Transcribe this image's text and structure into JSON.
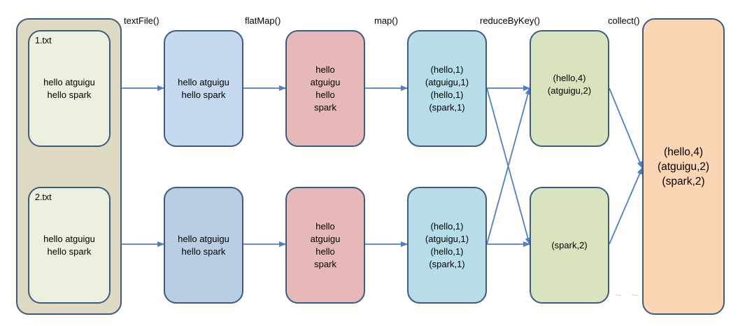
{
  "operations": [
    "textFile()",
    "flatMap()",
    "map()",
    "reduceByKey()",
    "collect()"
  ],
  "files": [
    {
      "name": "1.txt",
      "content": "hello atguigu\nhello spark"
    },
    {
      "name": "2.txt",
      "content": "hello atguigu\nhello spark"
    }
  ],
  "textfile_rdd": [
    "hello atguigu\nhello spark",
    "hello atguigu\nhello spark"
  ],
  "flatmap_rdd": [
    "hello\natguigu\nhello\nspark",
    "hello\natguigu\nhello\nspark"
  ],
  "map_rdd": [
    "(hello,1)\n(atguigu,1)\n(hello,1)\n(spark,1)",
    "(hello,1)\n(atguigu,1)\n(hello,1)\n(spark,1)"
  ],
  "reduce_rdd": [
    "(hello,4)\n(atguigu,2)",
    "(spark,2)"
  ],
  "collect_result": "(hello,4)\n(atguigu,2)\n(spark,2)",
  "colors": {
    "border": "#3d5a80",
    "arrow": "#4f7fc0",
    "input_container": "#ddd9c3",
    "file_box": "#ebf1de",
    "textfile_1": "#c6d9f1",
    "textfile_2": "#b9cde5",
    "flatmap": "#e6b9b8",
    "map": "#b7dee8",
    "reduce": "#d7e4bd",
    "collect": "#fcd5b5"
  }
}
